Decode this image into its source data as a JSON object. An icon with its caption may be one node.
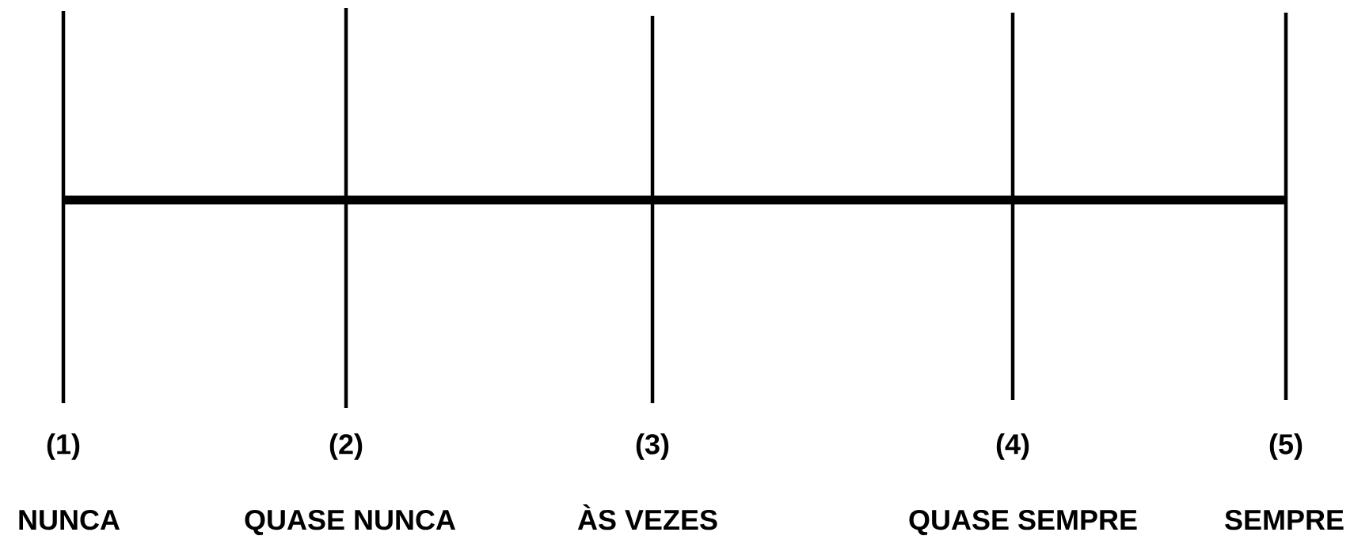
{
  "diagram": {
    "labels": [
      "(1)",
      "NUNCA",
      "(2)",
      "QUASE NUNCA",
      "(3)",
      "ÀS VEZES",
      "(4)",
      "QUASE SEMPRE",
      "(5)",
      "SEMPRE"
    ]
  }
}
